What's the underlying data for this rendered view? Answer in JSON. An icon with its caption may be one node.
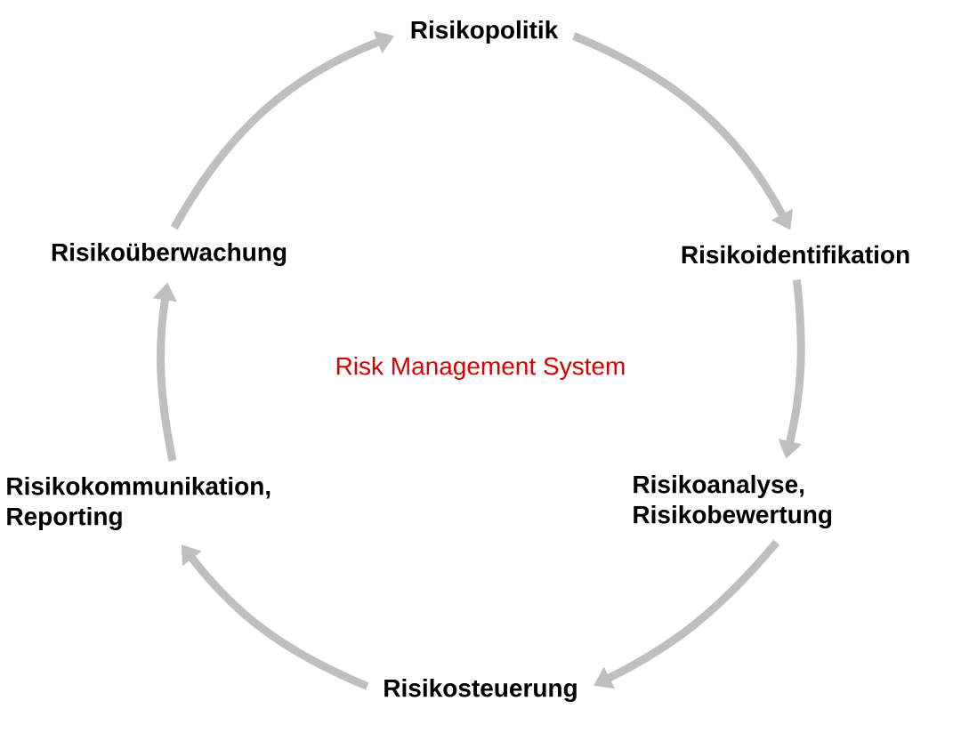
{
  "diagram": {
    "nodes": [
      {
        "text": [
          "Risikopolitik"
        ]
      },
      {
        "text": [
          "Risikoidentifikation"
        ]
      },
      {
        "text": [
          "Risikoanalyse, Risikobewertung"
        ]
      },
      {
        "text": [
          "Risikosteuerung"
        ]
      },
      {
        "text": [
          "Risikokommunikation, Reporting"
        ]
      },
      {
        "text": [
          "Risikoüberwachung"
        ]
      }
    ],
    "edges": [
      {
        "from": 0,
        "to": 1,
        "arrow": "to"
      },
      {
        "from": 1,
        "to": 2,
        "arrow": "to"
      },
      {
        "from": 2,
        "to": 3,
        "arrow": "to"
      },
      {
        "from": 3,
        "to": 4,
        "arrow": "to"
      },
      {
        "from": 4,
        "to": 5,
        "arrow": "to"
      },
      {
        "from": 5,
        "to": 0,
        "arrow": "to"
      }
    ],
    "labels": [
      "Risk Management System"
    ]
  }
}
